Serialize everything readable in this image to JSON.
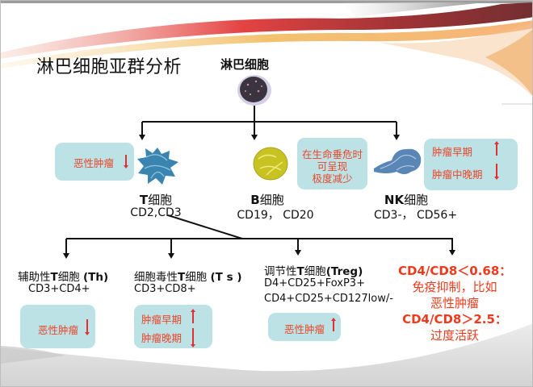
{
  "slide": {
    "title": "淋巴细胞亚群分析",
    "root": {
      "label": "淋巴细胞",
      "icon": "lymphocyte-cell-icon"
    },
    "cells": [
      {
        "id": "t",
        "prefix": "T",
        "suffix": "细胞",
        "markers": "CD2,CD3",
        "icon": "t-cell-icon",
        "color": "#3d86b0",
        "note": {
          "lines": [
            "恶性肿瘤"
          ],
          "trends": [
            "down"
          ]
        }
      },
      {
        "id": "b",
        "prefix": "B",
        "suffix": "细胞",
        "markers": "CD19， CD20",
        "icon": "b-cell-icon",
        "color": "#c9c528",
        "note": {
          "lines": [
            "在生命垂危时",
            "可呈现",
            "极度减少"
          ]
        }
      },
      {
        "id": "nk",
        "prefix": "NK",
        "suffix": "细胞",
        "markers": "CD3-， CD56+",
        "icon": "nk-cell-icon",
        "color": "#5b86b5",
        "note": {
          "lines": [
            "肿瘤早期",
            "肿瘤中晚期"
          ],
          "trends": [
            "up",
            "down"
          ]
        }
      }
    ],
    "subsets": [
      {
        "id": "th",
        "name_prefix": "辅助性",
        "name_t": "T",
        "name_mid": "细胞 ",
        "name_abbr": "(Th)",
        "markers": [
          "CD3+CD4+"
        ],
        "note": {
          "lines": [
            "恶性肿瘤"
          ],
          "trends": [
            "down"
          ]
        }
      },
      {
        "id": "ts",
        "name_prefix": "细胞毒性",
        "name_t": "T",
        "name_mid": "细胞 ",
        "name_abbr": "(T s )",
        "markers": [
          "CD3+CD8+"
        ],
        "note": {
          "lines": [
            "肿瘤早期",
            "肿瘤晚期"
          ],
          "trends": [
            "up",
            "down"
          ]
        }
      },
      {
        "id": "treg",
        "name_prefix": "调节性",
        "name_t": "T",
        "name_mid": "细胞",
        "name_abbr": "(Treg)",
        "markers": [
          "D4+CD25+FoxP3+",
          "CD4+CD25+CD127low/-"
        ],
        "note": {
          "lines": [
            "恶性肿瘤"
          ],
          "trends": [
            "up"
          ]
        }
      }
    ],
    "ratio": {
      "low_label": "CD4/CD8＜0.68：",
      "low_desc_1": "免疫抑制，比如",
      "low_desc_2": "恶性肿瘤",
      "high_label": "CD4/CD8＞2.5：",
      "high_desc": "过度活跃"
    },
    "colors": {
      "note_box": "#bde2e6",
      "note_text": "#e8472a",
      "trend_arrow": "#e03030",
      "ratio_text": "#ee3a1c",
      "connector": "#111111"
    }
  }
}
